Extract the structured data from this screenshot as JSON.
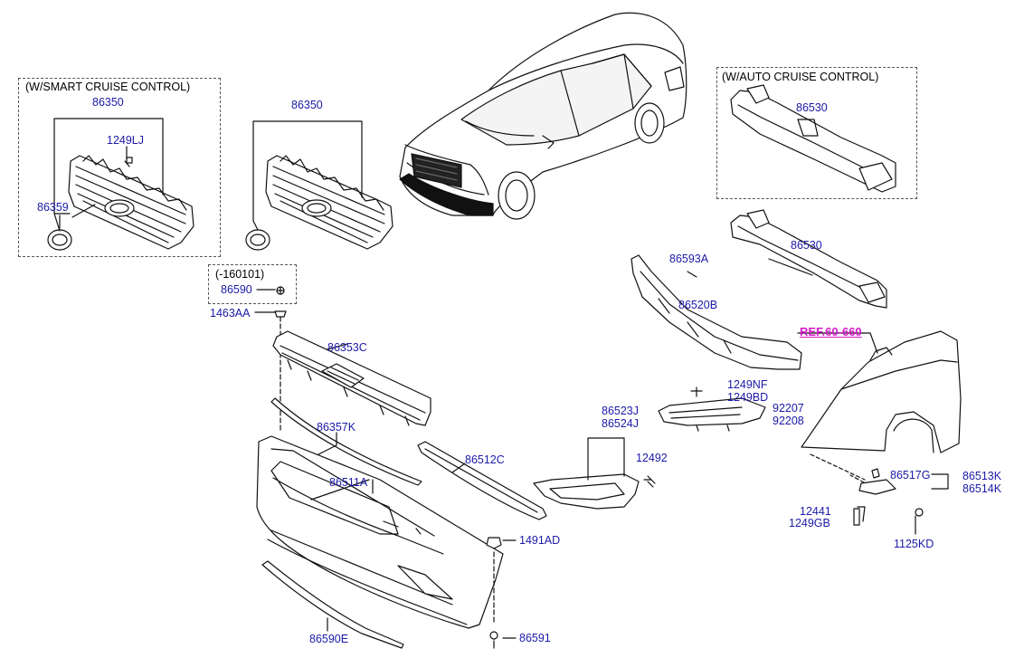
{
  "boxes": {
    "smart_cruise": "(W/SMART CRUISE CONTROL)",
    "auto_cruise": "(W/AUTO CRUISE CONTROL)",
    "date_range": "(-160101)"
  },
  "reference": "REF.60-660",
  "parts": {
    "p86350_a": "86350",
    "p1249lj": "1249LJ",
    "p86359": "86359",
    "p86350_b": "86350",
    "p86590": "86590",
    "p1463aa": "1463AA",
    "p86353c": "86353C",
    "p86357k": "86357K",
    "p86511a": "86511A",
    "p86512c": "86512C",
    "p86590e": "86590E",
    "p1491ad": "1491AD",
    "p86591": "86591",
    "p86530_a": "86530",
    "p86530_b": "86530",
    "p86593a": "86593A",
    "p86520b": "86520B",
    "p1249nf": "1249NF",
    "p1249bd": "1249BD",
    "p92207": "92207",
    "p92208": "92208",
    "p86523j": "86523J",
    "p86524j": "86524J",
    "p12492": "12492",
    "p86517g": "86517G",
    "p86513k": "86513K",
    "p86514k": "86514K",
    "p12441": "12441",
    "p1249gb": "1249GB",
    "p1125kd": "1125KD"
  },
  "colors": {
    "part_number": "#1a1aa8",
    "reference": "#d41ac8",
    "caption": "#000000"
  }
}
